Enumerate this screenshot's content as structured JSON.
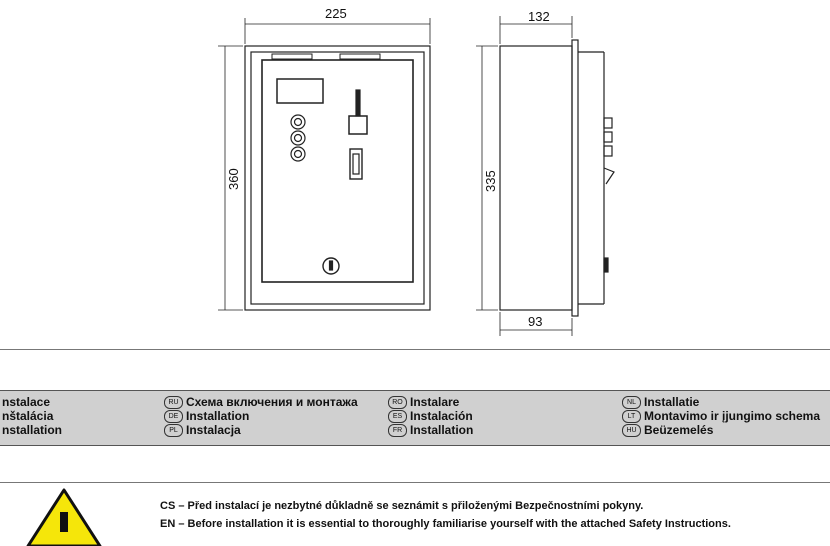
{
  "dimensions": {
    "front_width": "225",
    "front_height": "360",
    "side_depth": "132",
    "side_height": "335",
    "side_bottom": "93"
  },
  "installation_titles": {
    "col1": [
      {
        "text": "nstalace"
      },
      {
        "text": "nštalácia"
      },
      {
        "text": "nstallation"
      }
    ],
    "col2": [
      {
        "code": "RU",
        "text": "Схема включения и монтажа"
      },
      {
        "code": "DE",
        "text": "Installation"
      },
      {
        "code": "PL",
        "text": "Instalacja"
      }
    ],
    "col3": [
      {
        "code": "RO",
        "text": "Instalare"
      },
      {
        "code": "ES",
        "text": "Instalación"
      },
      {
        "code": "FR",
        "text": "Installation"
      }
    ],
    "col4": [
      {
        "code": "NL",
        "text": "Installatie"
      },
      {
        "code": "LT",
        "text": "Montavimo ir įjungimo schema"
      },
      {
        "code": "HU",
        "text": "Beüzemelés"
      }
    ]
  },
  "warning": {
    "cs": "CS – Před instalací je nezbytné důkladně se seznámit s přiloženými Bezpečnostními pokyny.",
    "en": "EN – Before installation it is essential to thoroughly familiarise yourself with the attached Safety Instructions."
  },
  "colors": {
    "band": "#d0d0d0",
    "warning_yellow": "#f5e60a"
  }
}
